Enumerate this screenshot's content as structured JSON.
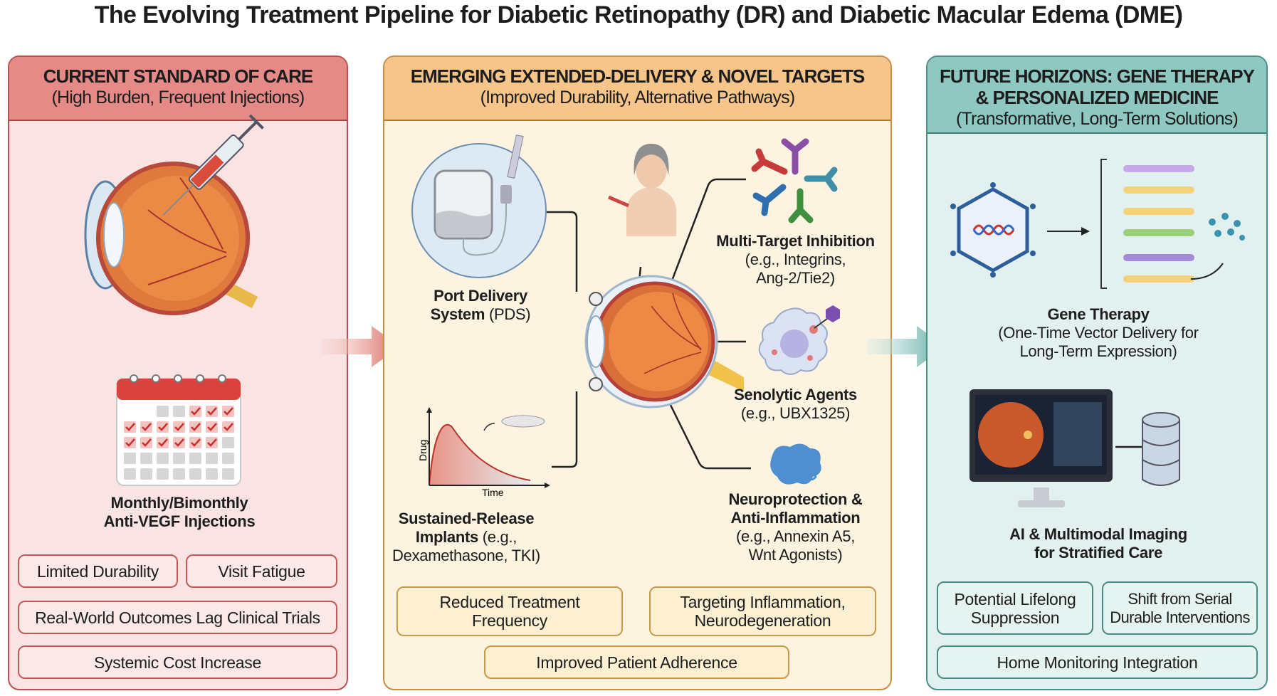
{
  "title": "The Evolving Treatment Pipeline for Diabetic Retinopathy (DR) and Diabetic Macular Edema (DME)",
  "panels": {
    "current": {
      "title": "CURRENT STANDARD OF CARE",
      "subtitle": "(High Burden, Frequent Injections)",
      "caption_lines": [
        "Monthly/Bimonthly",
        "Anti-VEGF Injections"
      ],
      "pills": [
        "Limited Durability",
        "Visit Fatigue",
        "Real-World Outcomes Lag Clinical Trials",
        "Systemic Cost Increase"
      ],
      "color": "#e58a86"
    },
    "emerging": {
      "title": "EMERGING EXTENDED-DELIVERY & NOVEL TARGETS",
      "subtitle": "(Improved Durability, Alternative Pathways)",
      "pds": {
        "bold": "Port Delivery",
        "bold2": "System",
        "rest": "(PDS)"
      },
      "multi": {
        "bold": "Multi-Target Inhibition",
        "l2": "(e.g., Integrins,",
        "l3": "Ang-2/Tie2)"
      },
      "seno": {
        "bold": "Senolytic Agents",
        "l2": "(e.g., UBX1325)"
      },
      "neuro": {
        "bold": "Neuroprotection &",
        "bold2": "Anti-Inflammation",
        "l3": "(e.g., Annexin A5,",
        "l4": "Wnt Agonists)"
      },
      "implant": {
        "bold": "Sustained-Release",
        "bold2": "Implants",
        "rest": "(e.g.,",
        "l3": "Dexamethasone, TKI)",
        "y_axis": "Drug",
        "x_axis": "Time"
      },
      "pills": [
        "Reduced Treatment Frequency",
        "Targeting Inflammation, Neurodegeneration",
        "Improved Patient Adherence"
      ],
      "color": "#f5c58a"
    },
    "future": {
      "title_l1": "FUTURE HORIZONS: GENE THERAPY",
      "title_l2": "& PERSONALIZED MEDICINE",
      "subtitle": "(Transformative, Long-Term Solutions)",
      "gene": {
        "bold": "Gene Therapy",
        "l2": "(One-Time Vector Delivery for",
        "l3": "Long-Term Expression)"
      },
      "ai": {
        "bold": "AI & Multimodal Imaging",
        "bold2": "for Stratified Care"
      },
      "pills": [
        "Potential Lifelong Suppression",
        "Shift from Serial Durable Interventions",
        "Home Monitoring Integration"
      ],
      "color": "#8fc8c1"
    }
  }
}
